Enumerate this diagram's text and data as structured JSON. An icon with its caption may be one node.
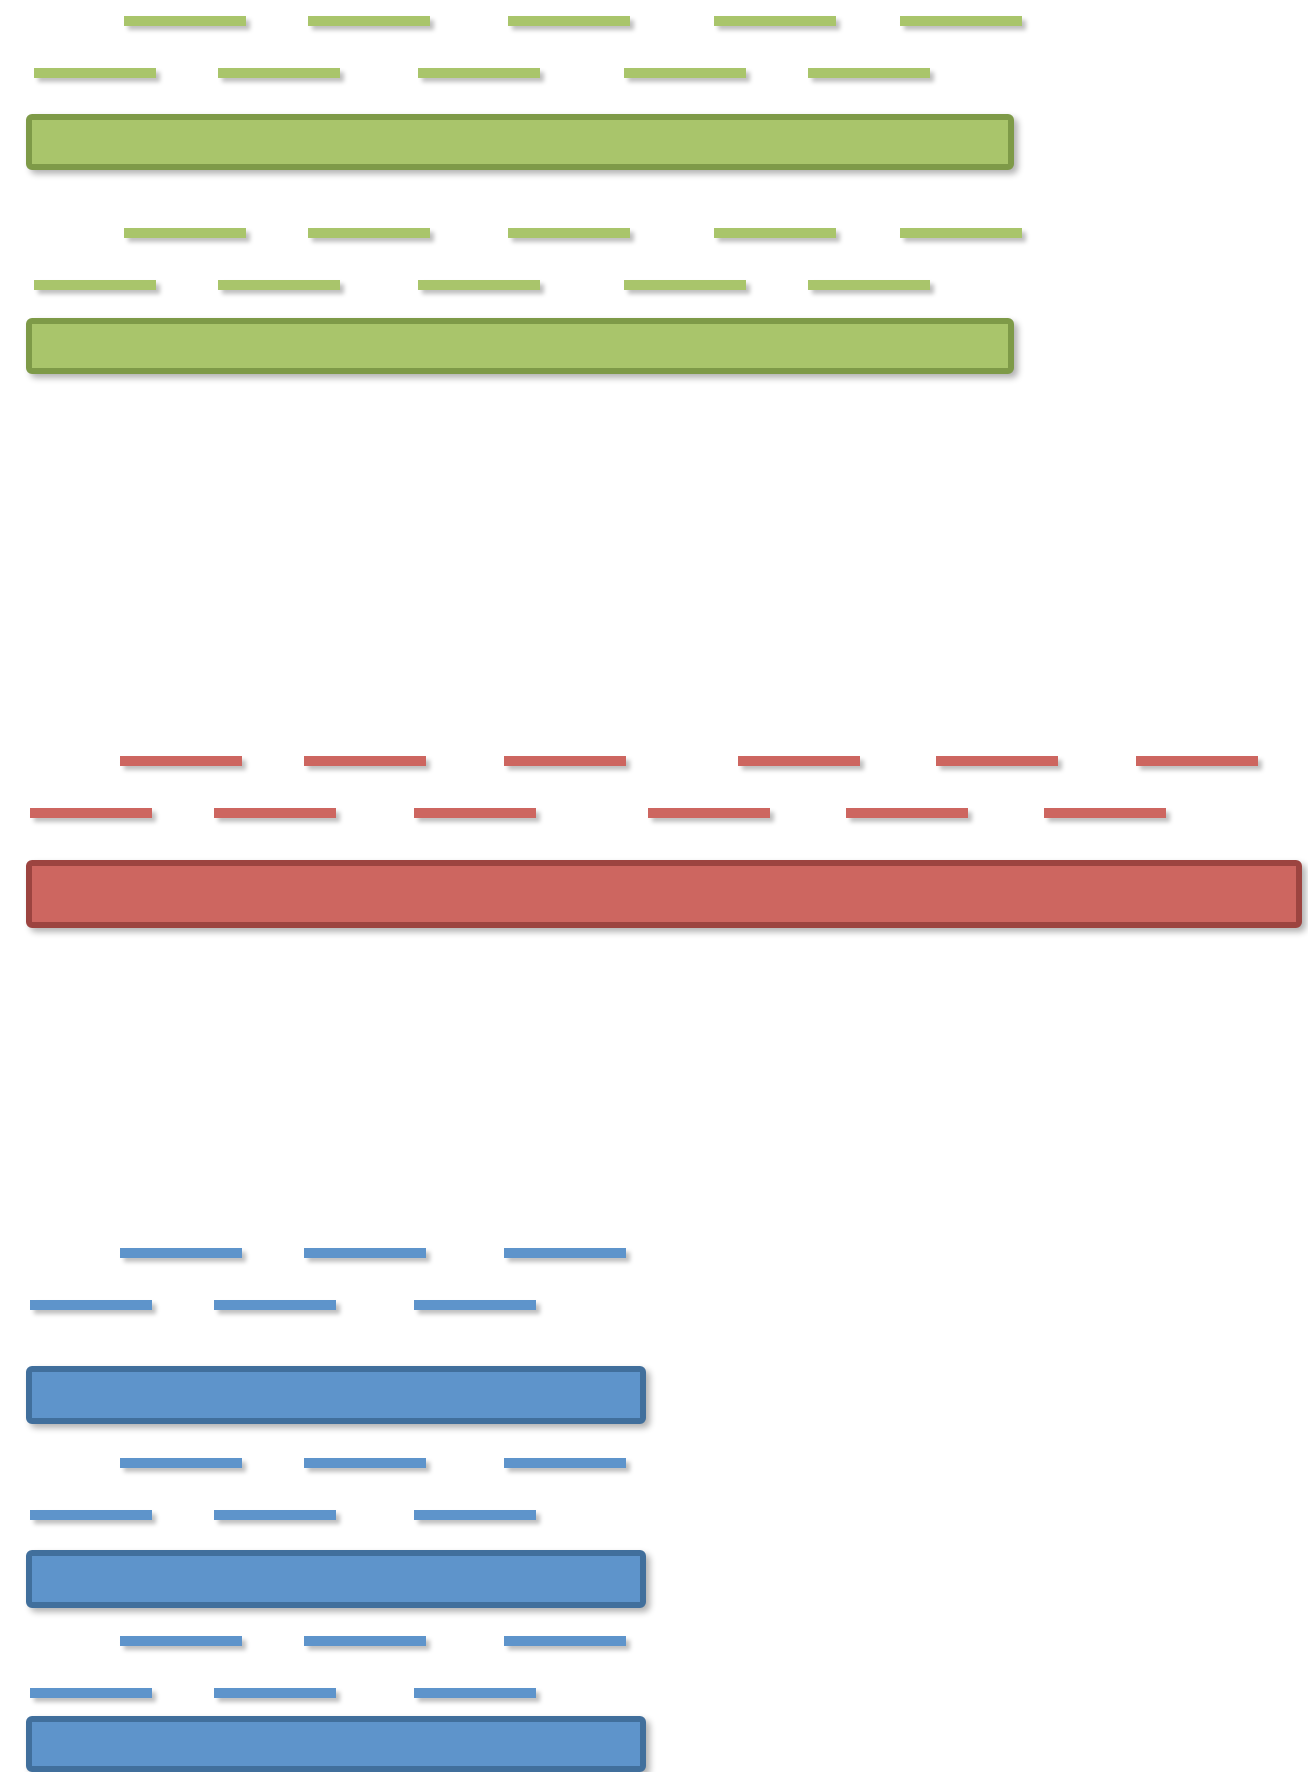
{
  "diagram": {
    "nodes": [
      {
        "text": [],
        "shape": "bar"
      },
      {
        "text": [],
        "shape": "bar"
      },
      {
        "text": [],
        "shape": "bar"
      },
      {
        "text": [],
        "shape": "bar"
      },
      {
        "text": [],
        "shape": "bar"
      },
      {
        "text": [],
        "shape": "bar"
      }
    ]
  }
}
